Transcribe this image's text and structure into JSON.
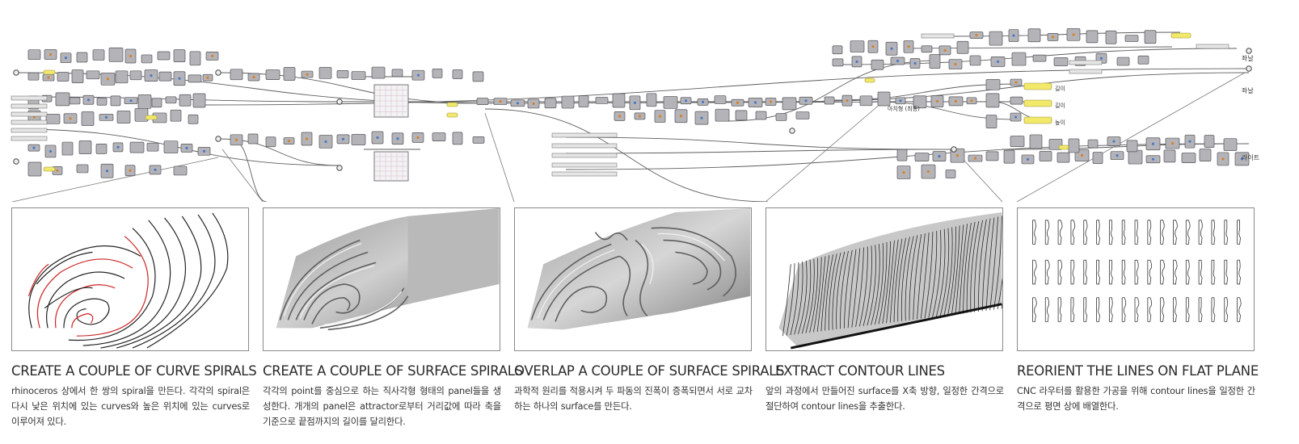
{
  "graph": {
    "labels": {
      "arrow_label": "아치형 (최종)",
      "length_1": "길이",
      "length_2": "길이",
      "height": "높이",
      "right_1": "좌날",
      "right_2": "좌날",
      "right_3": "라이트"
    },
    "colors": {
      "node": "#b4b4b8",
      "node_border": "#55555c",
      "wire": "#5e5e5e",
      "panel": "#f2e96a",
      "scribble": "#3c3c3c"
    }
  },
  "steps": [
    {
      "title": "CREATE A COUPLE OF CURVE SPIRALS",
      "text": "rhinoceros 상에서 한 쌍의 spiral을 만든다. 각각의 spiral은 다시 낮은 위치에 있는 curves와 높은 위치에 있는 curves로 이루어져 있다.",
      "image": "curve-spirals-drawing"
    },
    {
      "title": "CREATE A COUPLE OF SURFACE SPIRALS",
      "text": "각각의 point를 중심으로 하는 직사각형 형태의 panel들을 생성한다. 개개의 panel은 attractor로부터 거리값에 따라 축을 기준으로 끝점까지의 길이를 달리한다.",
      "image": "surface-spirals-render"
    },
    {
      "title": "OVERLAP A COUPLE OF SURFACE SPIRALS",
      "text": "과학적 원리를 적용시켜 두 파동의 진폭이 증폭되면서 서로 교차하는 하나의 surface를 만든다.",
      "image": "overlapped-surface-render"
    },
    {
      "title": "EXTRACT CONTOUR LINES",
      "text": "앞의 과정에서 만들어진 surface를 X축 방향, 일정한 간격으로 절단하여 contour lines을 추출한다.",
      "image": "contour-lines-render"
    },
    {
      "title": "REORIENT THE LINES ON FLAT PLANE",
      "text": "CNC 라우터를 활용한 가공을 위해 contour lines을 일정한 간격으로 평면 상에 배열한다.",
      "image": "flat-layout-drawing"
    }
  ]
}
